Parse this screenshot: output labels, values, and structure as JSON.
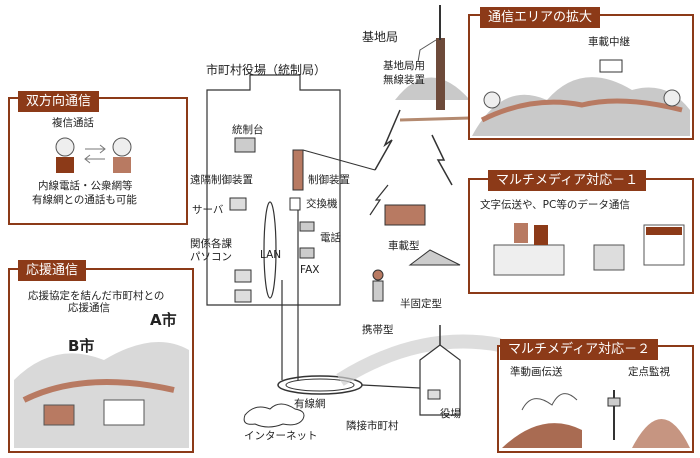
{
  "panels": {
    "bidirectional": {
      "title": "双方向通信",
      "line1": "複信通話",
      "line2": "内線電話・公衆網等",
      "line3": "有線網との通話も可能"
    },
    "support": {
      "title": "応援通信",
      "line1": "応援協定を結んだ市町村との",
      "line2": "応援通信",
      "city_a": "A市",
      "city_b": "B市"
    },
    "coverage": {
      "title": "通信エリアの拡大",
      "relay": "車載中継"
    },
    "multimedia1": {
      "title": "マルチメディア対応－１",
      "desc": "文字伝送や、PC等のデータ通信"
    },
    "multimedia2": {
      "title": "マルチメディア対応－２",
      "video": "準動画伝送",
      "fixed": "定点監視"
    }
  },
  "center": {
    "office_title": "市町村役場（統制局）",
    "control_desk": "統制台",
    "remote_control": "遠隔制御装置",
    "server": "サーバ",
    "departments": "関係各課",
    "pc": "パソコン",
    "lan": "LAN",
    "controller": "制御装置",
    "exchange": "交換機",
    "phone": "電話",
    "fax": "FAX"
  },
  "base": {
    "station": "基地局",
    "radio_line1": "基地局用",
    "radio_line2": "無線装置"
  },
  "terminals": {
    "vehicle": "車載型",
    "semi_fixed": "半固定型",
    "portable": "携帯型"
  },
  "network": {
    "wired": "有線網",
    "internet": "インターネット",
    "neighbor": "隣接市町村",
    "office": "役場"
  },
  "colors": {
    "accent": "#8c3a18",
    "line": "#444444"
  }
}
